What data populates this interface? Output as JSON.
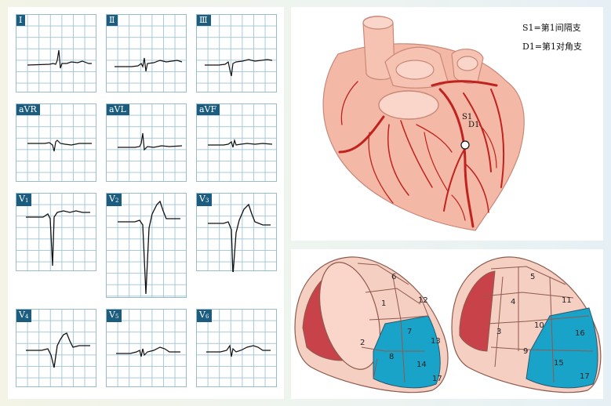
{
  "leads": [
    {
      "label": "Ⅰ",
      "sub": ""
    },
    {
      "label": "Ⅱ",
      "sub": ""
    },
    {
      "label": "Ⅲ",
      "sub": ""
    },
    {
      "label": "aVR",
      "sub": ""
    },
    {
      "label": "aVL",
      "sub": ""
    },
    {
      "label": "aVF",
      "sub": ""
    },
    {
      "label": "V",
      "sub": "1"
    },
    {
      "label": "V",
      "sub": "2"
    },
    {
      "label": "V",
      "sub": "3"
    },
    {
      "label": "V",
      "sub": "4"
    },
    {
      "label": "V",
      "sub": "5"
    },
    {
      "label": "V",
      "sub": "6"
    }
  ],
  "heart": {
    "legend_s1": "S1=第1间隔支",
    "legend_d1": "D1=第1对角支",
    "label_s1": "S1",
    "label_d1": "D1"
  },
  "bullseye": {
    "left_segments": [
      "6",
      "1",
      "12",
      "2",
      "7",
      "13",
      "8",
      "14",
      "17"
    ],
    "right_segments": [
      "5",
      "4",
      "11",
      "3",
      "10",
      "16",
      "9",
      "15",
      "17"
    ]
  },
  "colors": {
    "lead_label_bg": "#1c5c7e",
    "ecg_grid": "#a7c8d6",
    "heart_fill": "#f4b8a6",
    "artery": "#c0221e",
    "affected_segment": "#1aa3c9",
    "normal_segment": "#f6cfc3"
  }
}
